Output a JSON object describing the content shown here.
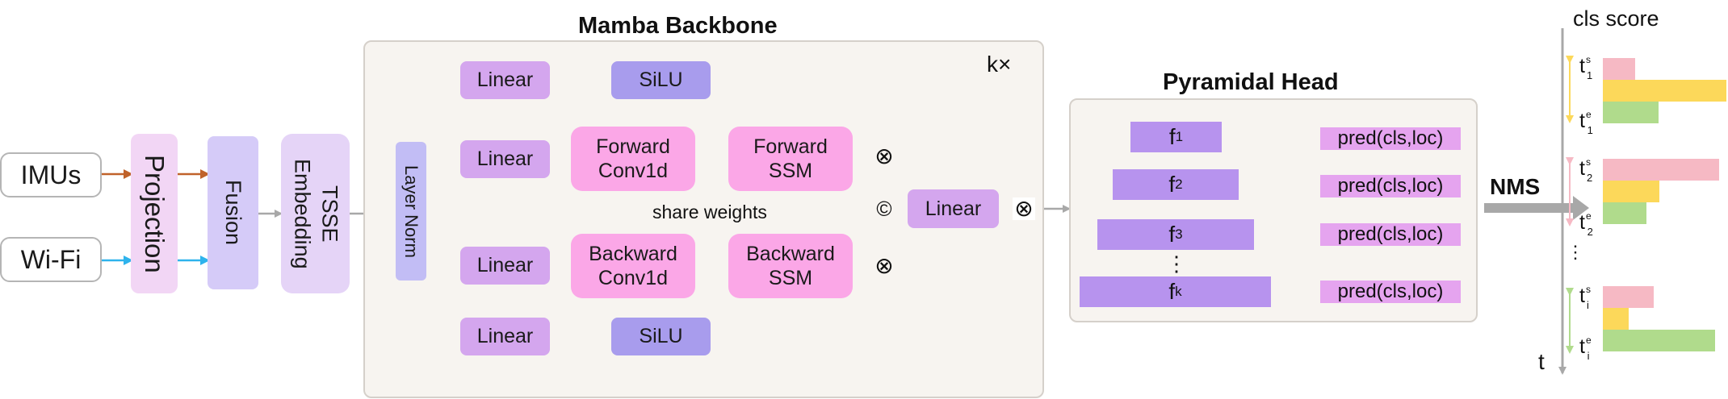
{
  "inputs": {
    "imu": "IMUs",
    "wifi": "Wi-Fi"
  },
  "modules": {
    "projection": "Projection",
    "fusion": "Fusion",
    "tsse": "TSSE Embedding",
    "layer_norm": "Layer Norm"
  },
  "backbone": {
    "title": "Mamba Backbone",
    "repeat": "k×",
    "linear": "Linear",
    "silu": "SiLU",
    "forward_conv": "Forward Conv1d",
    "forward_ssm": "Forward SSM",
    "backward_conv": "Backward Conv1d",
    "backward_ssm": "Backward SSM",
    "share_weights": "share weights",
    "concat_symbol": "©",
    "mult_symbol": "⊗"
  },
  "head": {
    "title": "Pyramidal Head",
    "levels": [
      {
        "f": "f",
        "sub": "1",
        "pred": "pred(cls,loc)"
      },
      {
        "f": "f",
        "sub": "2",
        "pred": "pred(cls,loc)"
      },
      {
        "f": "f",
        "sub": "3",
        "pred": "pred(cls,loc)"
      },
      {
        "f": "f",
        "sub": "k",
        "pred": "pred(cls,loc)"
      }
    ],
    "ellipsis": "⋮"
  },
  "nms": "NMS",
  "output": {
    "y_title": "cls score",
    "x_axis": "t",
    "ellipsis": "⋮",
    "labels": [
      {
        "t": "t",
        "sub": "1",
        "sup": "s"
      },
      {
        "t": "t",
        "sub": "1",
        "sup": "e"
      },
      {
        "t": "t",
        "sub": "2",
        "sup": "s"
      },
      {
        "t": "t",
        "sub": "2",
        "sup": "e"
      },
      {
        "t": "t",
        "sub": "i",
        "sup": "s"
      },
      {
        "t": "t",
        "sub": "i",
        "sup": "e"
      }
    ],
    "groups": [
      {
        "bars": [
          {
            "color": "#f6b9c4",
            "score": 0.26
          },
          {
            "color": "#fcd85a",
            "score": 1.0
          },
          {
            "color": "#b0db8c",
            "score": 0.45
          }
        ],
        "bracket_color": "#fcd85a"
      },
      {
        "bars": [
          {
            "color": "#f6b9c4",
            "score": 0.94
          },
          {
            "color": "#fcd85a",
            "score": 0.46
          },
          {
            "color": "#b0db8c",
            "score": 0.35
          }
        ],
        "bracket_color": "#f6b9c4"
      },
      {
        "bars": [
          {
            "color": "#f6b9c4",
            "score": 0.41
          },
          {
            "color": "#fcd85a",
            "score": 0.21
          },
          {
            "color": "#b0db8c",
            "score": 0.91
          }
        ],
        "bracket_color": "#b0db8c"
      }
    ]
  },
  "colors": {
    "imu_arrow": "#c0622a",
    "wifi_arrow": "#2eb3ec",
    "wire": "#a8a8a8"
  }
}
